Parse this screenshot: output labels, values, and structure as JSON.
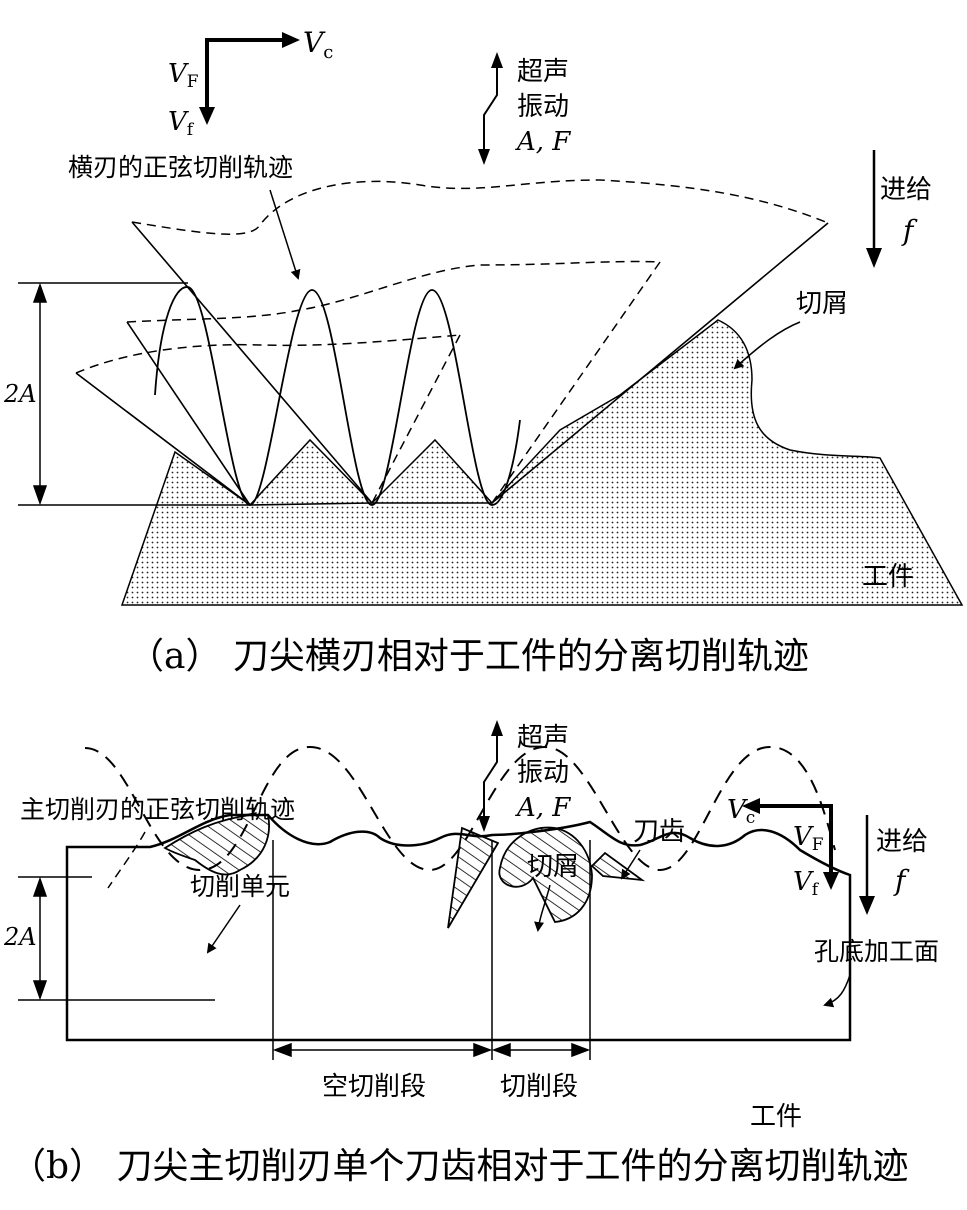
{
  "diagram_a": {
    "caption": "（a） 刀尖横刃相对于工件的分离切削轨迹",
    "label_sine_path": "横刃的正弦切削轨迹",
    "label_ultrasonic_line1": "超声",
    "label_ultrasonic_line2": "振动",
    "label_ultrasonic_AF": "A, F",
    "label_feed_line1": "进给",
    "label_feed_f": "f",
    "label_chip": "切屑",
    "label_workpiece": "工件",
    "label_amplitude": "2A",
    "vel_Vc": "V",
    "vel_Vc_sub": "c",
    "vel_VF": "V",
    "vel_VF_sub": "F",
    "vel_Vf": "V",
    "vel_Vf_sub": "f"
  },
  "diagram_b": {
    "caption": "（b） 刀尖主切削刃单个刀齿相对于工件的分离切削轨迹",
    "label_sine_path": "主切削刃的正弦切削轨迹",
    "label_cutting_unit": "切削单元",
    "label_ultrasonic_line1": "超声",
    "label_ultrasonic_line2": "振动",
    "label_ultrasonic_AF": "A, F",
    "label_chip": "切屑",
    "label_tooth": "刀齿",
    "label_feed_line1": "进给",
    "label_feed_f": "f",
    "label_hole_bottom": "孔底加工面",
    "label_amplitude": "2A",
    "label_idle_segment": "空切削段",
    "label_cut_segment": "切削段",
    "label_workpiece": "工件",
    "vel_Vc": "V",
    "vel_Vc_sub": "c",
    "vel_VF": "V",
    "vel_VF_sub": "F",
    "vel_Vf": "V",
    "vel_Vf_sub": "f"
  },
  "colors": {
    "ink": "#000000",
    "background": "#ffffff"
  }
}
